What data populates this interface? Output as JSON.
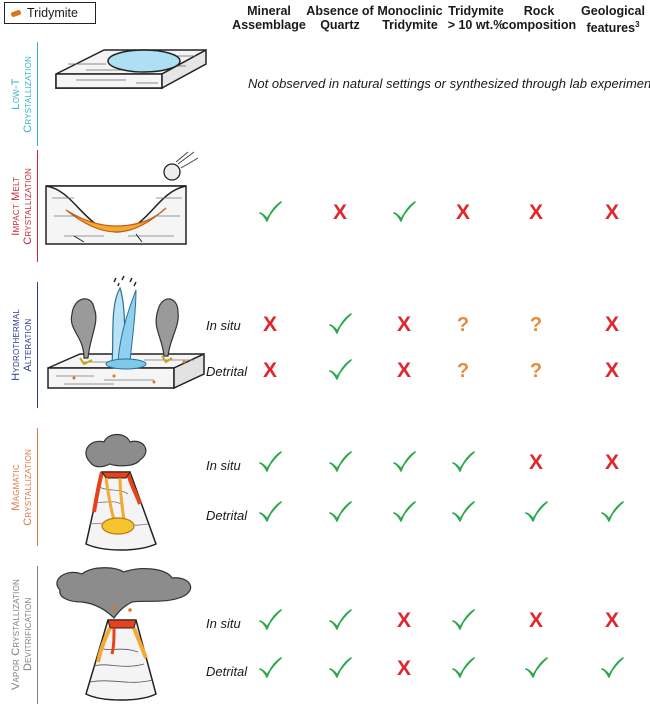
{
  "legend": {
    "label": "Tridymite",
    "color": "#d9761e"
  },
  "columns": [
    {
      "line1": "Mineral",
      "line2": "Assemblage",
      "sup": ""
    },
    {
      "line1": "Absence of",
      "line2": "Quartz",
      "sup": ""
    },
    {
      "line1": "Monoclinic",
      "line2": "Tridymite",
      "sup": ""
    },
    {
      "line1": "Tridymite",
      "line2": "> 10 wt.%",
      "sup": ""
    },
    {
      "line1": "Rock",
      "line2": "composition",
      "sup": ""
    },
    {
      "line1": "Geological",
      "line2": "features",
      "sup": "3"
    }
  ],
  "scenarios": [
    {
      "line1": "Low-T",
      "line2": "Crystallization",
      "color": "#35b3c9"
    },
    {
      "line1": "Impact Melt",
      "line2": "Crystallization",
      "color": "#c8283a"
    },
    {
      "line1": "Hydrothermal",
      "line2": "Alteration",
      "color": "#2d3d8f"
    },
    {
      "line1": "Magmatic",
      "line2": "Crystallization",
      "color": "#e0774a"
    },
    {
      "line1": "Vapor Crystallization",
      "line2": "Devitrification",
      "color": "#808080"
    }
  ],
  "note": "Not observed in natural settings or synthesized through lab experiments",
  "row_labels": {
    "in_situ": "In situ",
    "detrital": "Detrital"
  },
  "symbol_colors": {
    "check": "#2aa84a",
    "cross": "#e2262b",
    "question": "#e98a3a"
  },
  "rows": [
    {
      "scenario": "Impact Melt",
      "label": "",
      "marks": [
        "check",
        "cross",
        "check",
        "cross",
        "cross",
        "cross"
      ]
    },
    {
      "scenario": "Hydrothermal",
      "label": "In situ",
      "marks": [
        "cross",
        "check",
        "cross",
        "question",
        "question",
        "cross"
      ]
    },
    {
      "scenario": "Hydrothermal",
      "label": "Detrital",
      "marks": [
        "cross",
        "check",
        "cross",
        "question",
        "question",
        "cross"
      ]
    },
    {
      "scenario": "Magmatic",
      "label": "In situ",
      "marks": [
        "check",
        "check",
        "check",
        "check",
        "cross",
        "cross"
      ]
    },
    {
      "scenario": "Magmatic",
      "label": "Detrital",
      "marks": [
        "check",
        "check",
        "check",
        "check",
        "check",
        "check"
      ]
    },
    {
      "scenario": "Vapor",
      "label": "In situ",
      "marks": [
        "check",
        "check",
        "cross",
        "check",
        "cross",
        "cross"
      ]
    },
    {
      "scenario": "Vapor",
      "label": "Detrital",
      "marks": [
        "check",
        "check",
        "cross",
        "check",
        "check",
        "check"
      ]
    }
  ]
}
